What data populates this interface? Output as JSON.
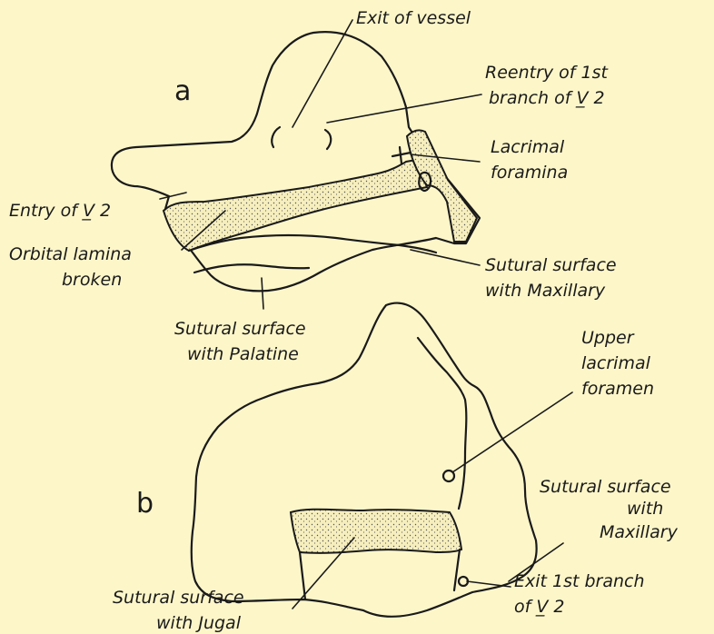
{
  "figure": {
    "panel_a_letter": "a",
    "panel_b_letter": "b",
    "labels_a": {
      "exit_of_vessel": "Exit of vessel",
      "reentry_line1": "Reentry of 1st",
      "reentry_line2": "branch of V̲ 2",
      "lacrimal_line1": "Lacrimal",
      "lacrimal_line2": "foramina",
      "entry_v2": "Entry of V̲ 2",
      "orbital_line1": "Orbital lamina",
      "orbital_line2": "broken",
      "sutural_max_line1": "Sutural surface",
      "sutural_max_line2": "with Maxillary",
      "sutural_pal_line1": "Sutural surface",
      "sutural_pal_line2": "with Palatine"
    },
    "labels_b": {
      "upper_line1": "Upper",
      "upper_line2": "lacrimal",
      "upper_line3": "foramen",
      "sutural_max_line1": "Sutural surface",
      "sutural_max_line2": "with",
      "sutural_max_line3": "Maxillary",
      "exit_line1": "Exit 1st branch",
      "exit_line2": "of V̲ 2",
      "sutural_jugal_line1": "Sutural surface",
      "sutural_jugal_line2": "with Jugal"
    }
  }
}
